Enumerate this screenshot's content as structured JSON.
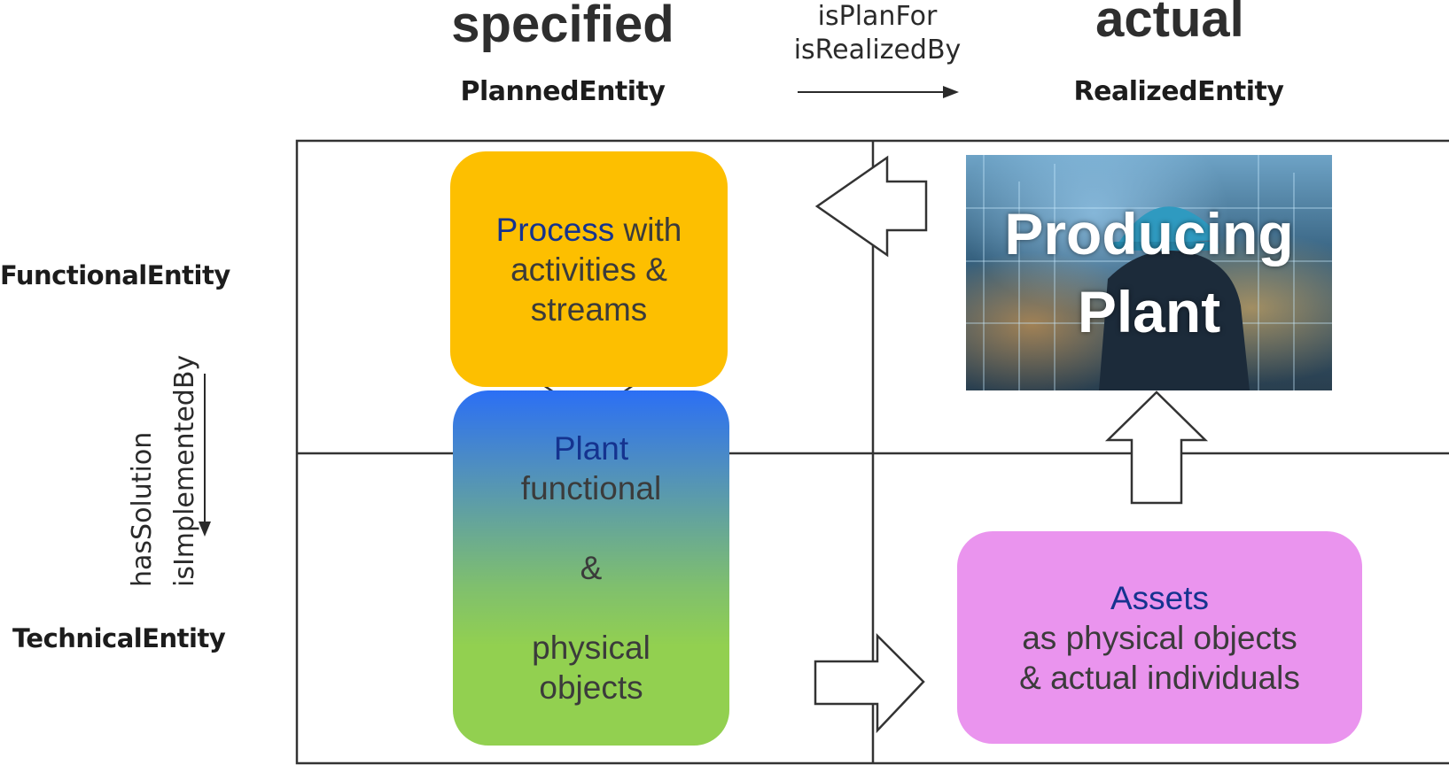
{
  "columns": {
    "specified": {
      "title": "specified",
      "entity": "PlannedEntity"
    },
    "actual": {
      "title": "actual",
      "entity": "RealizedEntity"
    }
  },
  "horizontal_relation": {
    "line1": "isPlanFor",
    "line2": "isRealizedBy"
  },
  "rows": {
    "functional": {
      "entity": "FunctionalEntity"
    },
    "technical": {
      "entity": "TechnicalEntity"
    }
  },
  "vertical_relation": {
    "line1": "hasSolution",
    "line2": "isImplementedBy"
  },
  "boxes": {
    "process": {
      "keyword": "Process",
      "rest_line1": " with",
      "line2": "activities &",
      "line3": "streams",
      "color": "#fdbf00"
    },
    "plant_functional": {
      "keyword": "Plant",
      "line2": "functional",
      "line3": "&",
      "line4": "physical",
      "line5": "objects",
      "color_top": "#2b6ff5",
      "color_bottom": "#92d050"
    },
    "producing_plant": {
      "line1": "Producing",
      "line2": "Plant"
    },
    "assets": {
      "keyword": "Assets",
      "line2": "as physical objects",
      "line3": "& actual individuals",
      "color": "#ea94ee"
    }
  },
  "colors": {
    "keyword_text": "#15338f",
    "body_text": "#3b3b3b",
    "grid_line": "#333333"
  }
}
